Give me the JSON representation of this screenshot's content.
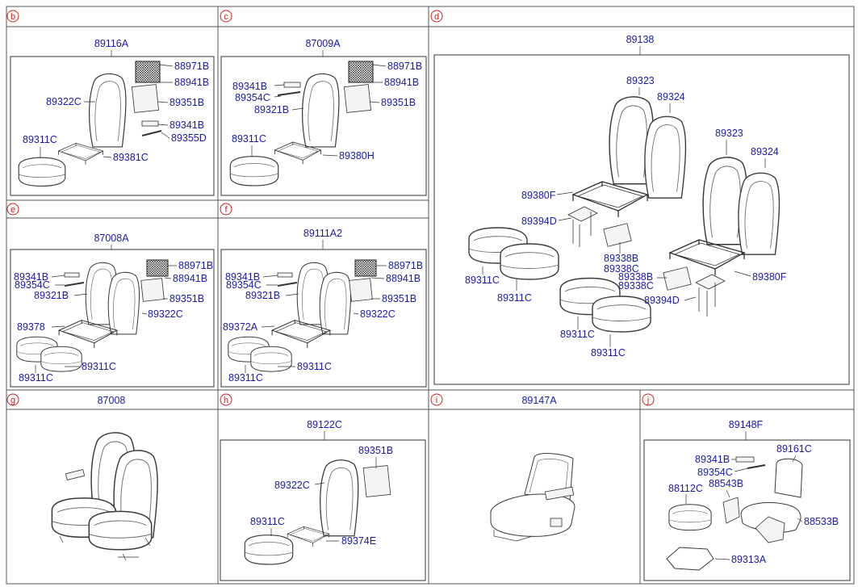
{
  "sections": {
    "b": {
      "tag": "b",
      "assembly": "89116A",
      "labels": [
        "88971B",
        "88941B",
        "89322C",
        "89351B",
        "89341B",
        "89355D",
        "89311C",
        "89381C"
      ]
    },
    "c": {
      "tag": "c",
      "assembly": "87009A",
      "labels": [
        "88971B",
        "89341B",
        "88941B",
        "89354C",
        "89321B",
        "89351B",
        "89311C",
        "89380H"
      ]
    },
    "d": {
      "tag": "d",
      "assembly": "89138",
      "labels": [
        "89323",
        "89324",
        "89323",
        "89324",
        "89380F",
        "89394D",
        "89338B",
        "89338C",
        "89338B",
        "89338C",
        "89380F",
        "89311C",
        "89311C",
        "89394D",
        "89311C",
        "89311C"
      ]
    },
    "e": {
      "tag": "e",
      "assembly": "87008A",
      "labels": [
        "88971B",
        "89341B",
        "88941B",
        "89354C",
        "89321B",
        "89351B",
        "89322C",
        "89378",
        "89311C",
        "89311C"
      ]
    },
    "f": {
      "tag": "f",
      "assembly": "89111A2",
      "labels": [
        "88971B",
        "89341B",
        "88941B",
        "89354C",
        "89321B",
        "89351B",
        "89322C",
        "89372A",
        "89311C",
        "89311C"
      ]
    },
    "g": {
      "tag": "g",
      "assembly": "87008"
    },
    "h": {
      "tag": "h",
      "assembly": "89122C",
      "labels": [
        "89351B",
        "89322C",
        "89311C",
        "89374E"
      ]
    },
    "i": {
      "tag": "i",
      "assembly": "89147A"
    },
    "j": {
      "tag": "j",
      "assembly": "89148F",
      "labels": [
        "89341B",
        "89161C",
        "89354C",
        "88112C",
        "88543B",
        "88533B",
        "89313A"
      ]
    }
  },
  "colors": {
    "label": "#1a1aa8",
    "tag": "#cc1f1f",
    "line": "#333333"
  }
}
